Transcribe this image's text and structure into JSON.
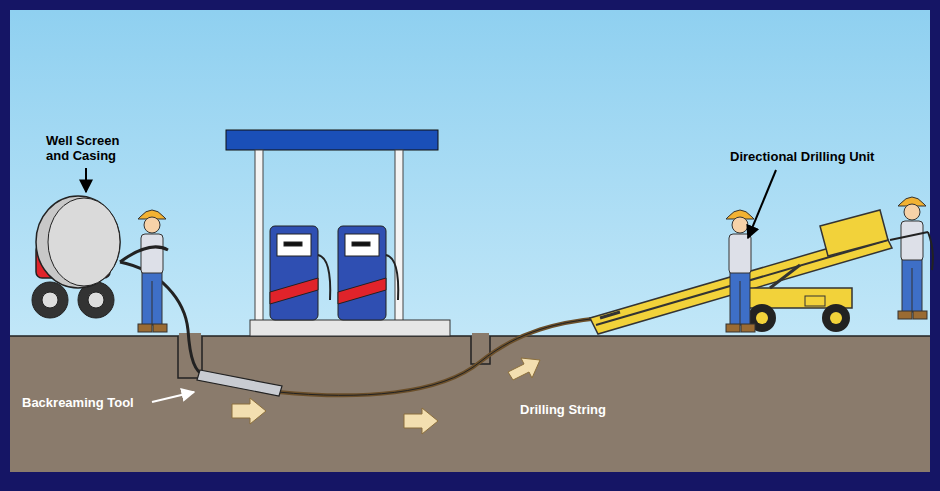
{
  "diagram": {
    "labels": [
      "Well Screen and Casing",
      "Directional Drilling Unit",
      "Backreaming Tool",
      "Drilling String"
    ]
  }
}
